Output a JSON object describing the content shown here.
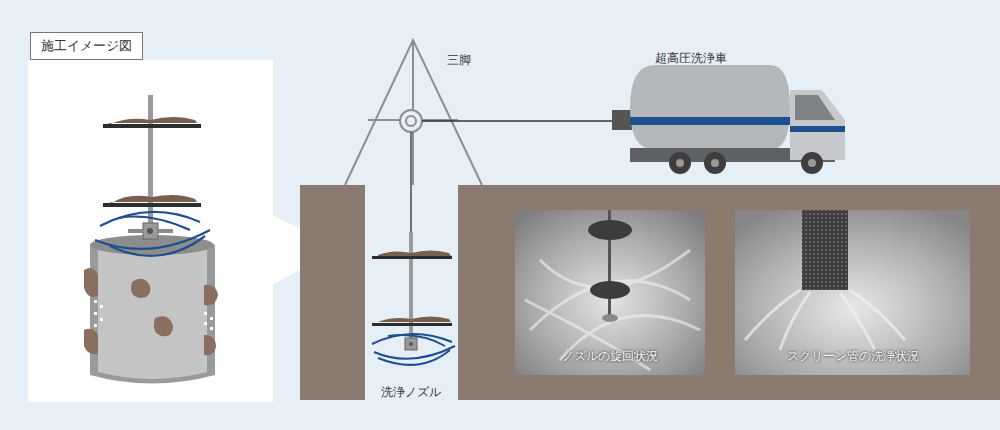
{
  "diagram": {
    "nodes": [
      {
        "text": [
          "施工イメージ図"
        ]
      },
      {
        "text": [
          "ノズルの旋回状況"
        ]
      },
      {
        "text": [
          "スクリーン管の洗浄状況"
        ]
      }
    ],
    "labels": [
      "三脚",
      "超高圧洗浄車",
      "洗浄ノズル"
    ]
  }
}
